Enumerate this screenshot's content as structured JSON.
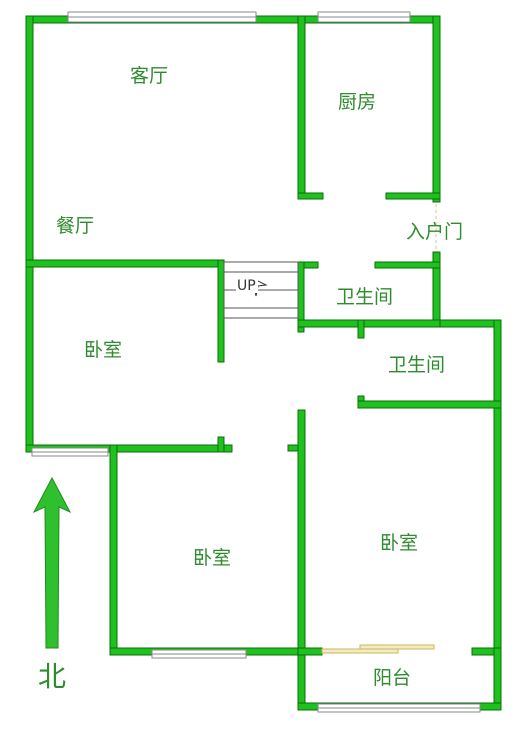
{
  "colors": {
    "wall": "#1fc11f",
    "wall_edge": "#0a6f0a",
    "window_frame": "#8a8a8a",
    "label": "#2e8b2e",
    "arrow": "#2fbf2f",
    "balcony_door": "#d8c978"
  },
  "rooms": {
    "living_room": "客厅",
    "kitchen": "厨房",
    "dining_room": "餐厅",
    "entrance_door": "入户门",
    "bathroom_1": "卫生间",
    "bathroom_2": "卫生间",
    "bedroom_west": "卧室",
    "bedroom_south": "卧室",
    "bedroom_east": "卧室",
    "balcony": "阳台"
  },
  "stairs": {
    "label": "UP"
  },
  "compass": {
    "north": "北",
    "icon": "north-arrow-icon"
  }
}
